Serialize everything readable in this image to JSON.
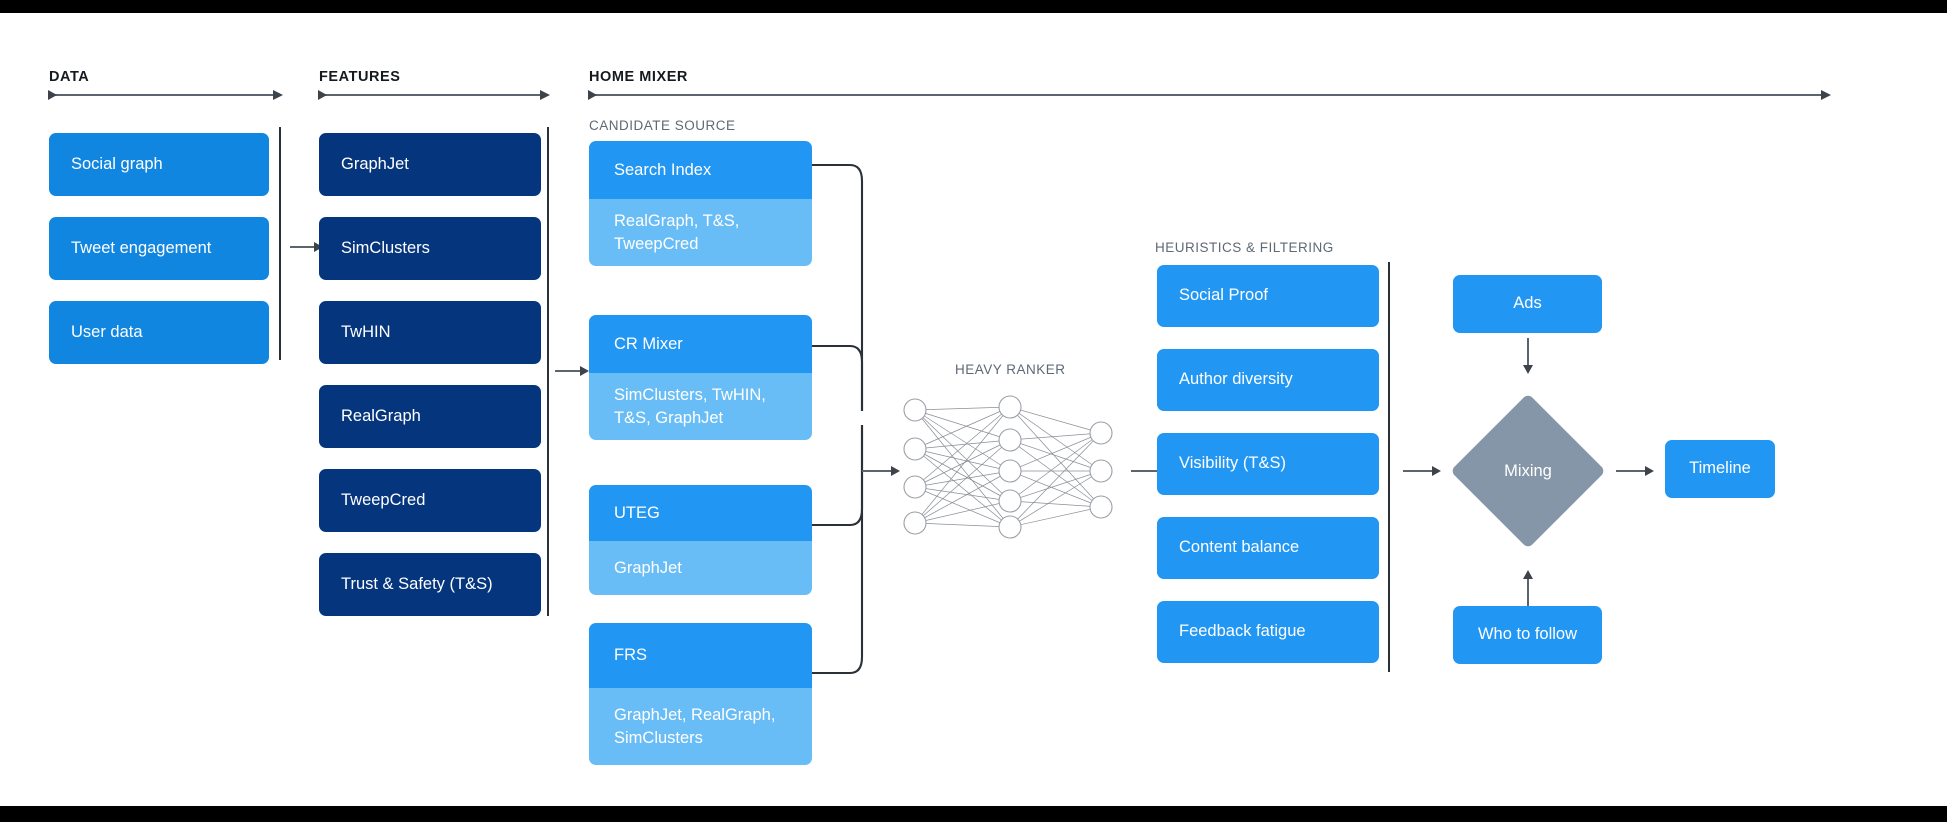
{
  "sections": [
    {
      "id": "data",
      "label": "DATA"
    },
    {
      "id": "features",
      "label": "FEATURES"
    },
    {
      "id": "home",
      "label": "HOME MIXER"
    }
  ],
  "subsections": {
    "candidate_source": "CANDIDATE SOURCE",
    "heavy_ranker": "HEAVY RANKER",
    "heuristics": "HEURISTICS & FILTERING"
  },
  "data_column": {
    "items": [
      {
        "label": "Social graph"
      },
      {
        "label": "Tweet engagement"
      },
      {
        "label": "User data"
      }
    ]
  },
  "features_column": {
    "items": [
      {
        "label": "GraphJet"
      },
      {
        "label": "SimClusters"
      },
      {
        "label": "TwHIN"
      },
      {
        "label": "RealGraph"
      },
      {
        "label": "TweepCred"
      },
      {
        "label": "Trust & Safety (T&S)"
      }
    ]
  },
  "candidate_sources": [
    {
      "title": "Search Index",
      "features": "RealGraph, T&S,\nTweepCred"
    },
    {
      "title": "CR Mixer",
      "features": "SimClusters, TwHIN,\nT&S, GraphJet"
    },
    {
      "title": "UTEG",
      "features": "GraphJet"
    },
    {
      "title": "FRS",
      "features": "GraphJet, RealGraph,\nSimClusters"
    }
  ],
  "heavy_ranker": {
    "label": "HEAVY RANKER",
    "layers": [
      4,
      5,
      3
    ]
  },
  "heuristics": {
    "items": [
      {
        "label": "Social Proof"
      },
      {
        "label": "Author diversity"
      },
      {
        "label": "Visibility (T&S)"
      },
      {
        "label": "Content balance"
      },
      {
        "label": "Feedback fatigue"
      }
    ]
  },
  "output_stage": {
    "ads": "Ads",
    "mixing": "Mixing",
    "who_to_follow": "Who to follow",
    "timeline": "Timeline"
  },
  "colors": {
    "light_blue": "#1186e0",
    "navy": "#05357d",
    "bright_blue": "#2196f3",
    "pale_blue": "#69bdf6",
    "slate": "#8496a8",
    "rule": "#5b6570",
    "text_muted": "#5e6975",
    "bar": "#000000"
  }
}
